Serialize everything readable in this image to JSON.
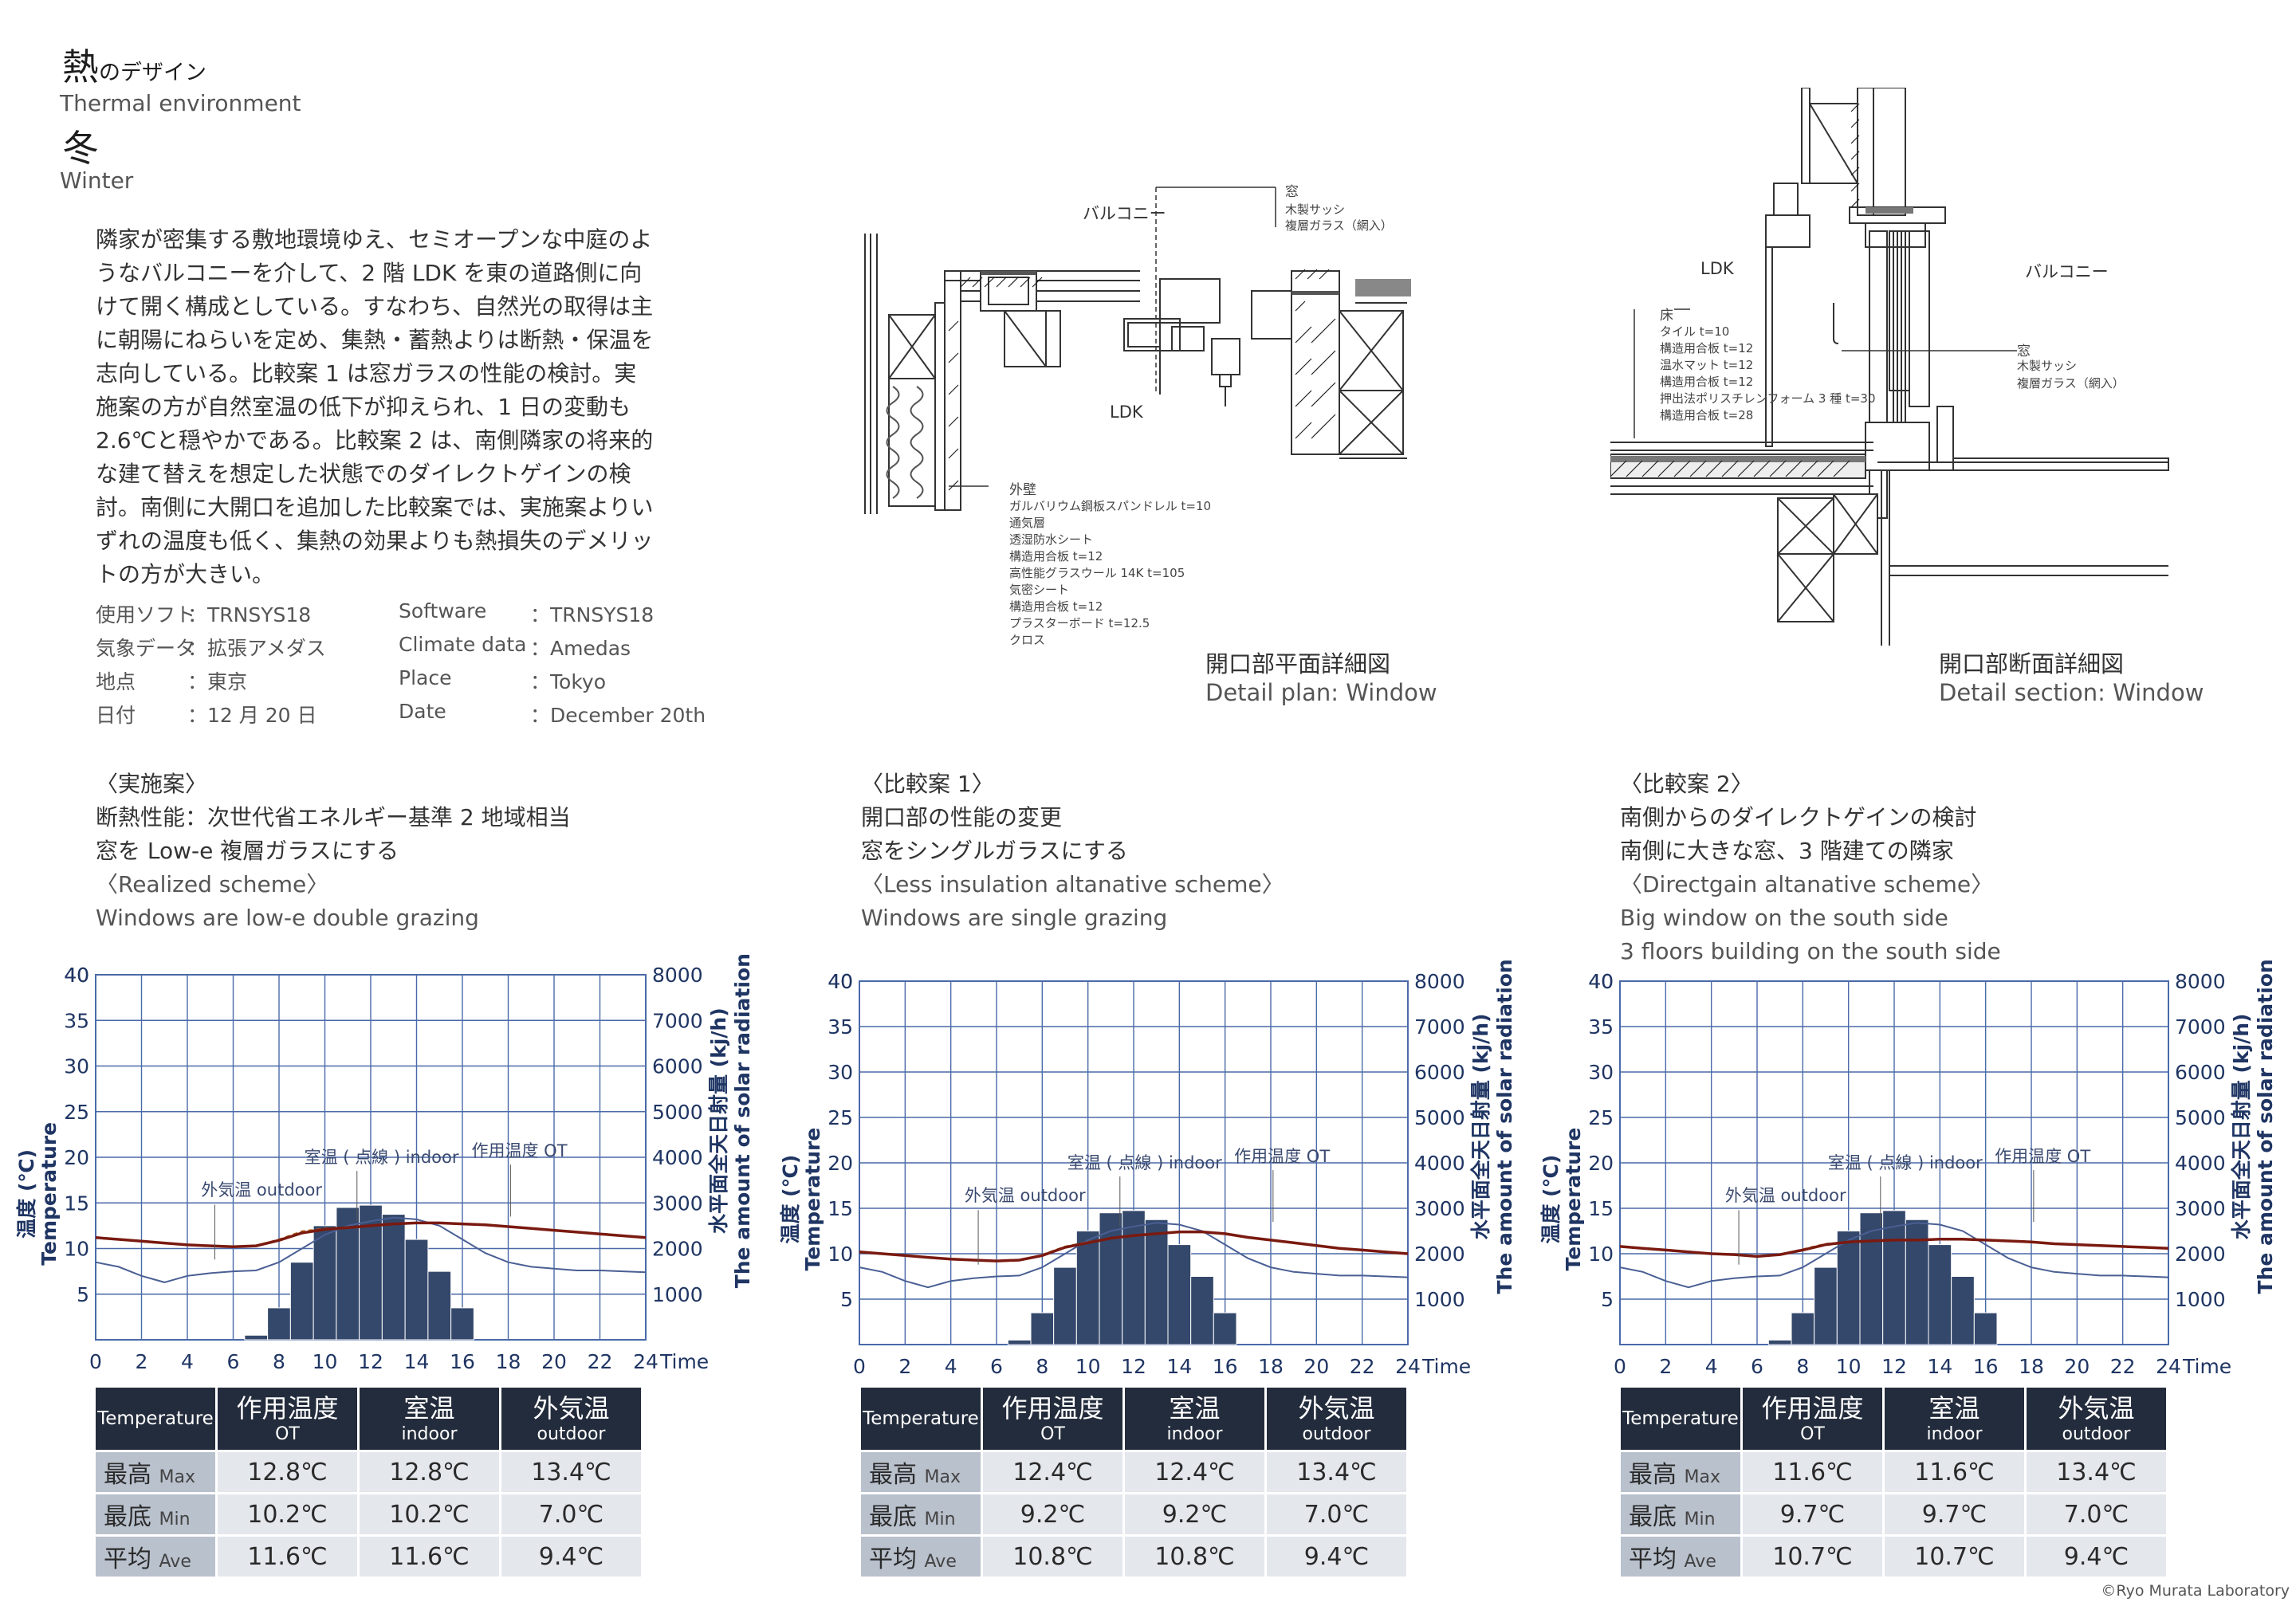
{
  "header": {
    "kanji": "熱",
    "kanji_suffix": "のデザイン",
    "subtitle": "Thermal environment",
    "season_kanji": "冬",
    "season_en": "Winter"
  },
  "description": "隣家が密集する敷地環境ゆえ、セミオープンな中庭のようなバルコニーを介して、2 階 LDK を東の道路側に向けて開く構成としている。すなわち、自然光の取得は主に朝陽にねらいを定め、集熱・蓄熱よりは断熱・保温を志向している。比較案 1 は窓ガラスの性能の検討。実施案の方が自然室温の低下が抑えられ、1 日の変動も 2.6℃と穏やかである。比較案 2 は、南側隣家の将来的な建て替えを想定した状態でのダイレクトゲインの検討。南側に大開口を追加した比較案では、実施案よりいずれの温度も低く、集熱の効果よりも熱損失のデメリットの方が大きい。",
  "meta": [
    {
      "jp_key": "使用ソフト",
      "jp_val": "：TRNSYS18",
      "en_key": "Software",
      "en_val": "：TRNSYS18"
    },
    {
      "jp_key": "気象データ",
      "jp_val": "：拡張アメダス",
      "en_key": "Climate data",
      "en_val": "：Amedas"
    },
    {
      "jp_key": "地点",
      "jp_val": "：東京",
      "en_key": "Place",
      "en_val": "：Tokyo"
    },
    {
      "jp_key": "日付",
      "jp_val": "：12 月 20 日",
      "en_key": "Date",
      "en_val": "：December 20th"
    }
  ],
  "drawings": {
    "plan": {
      "caption_jp": "開口部平面詳細図",
      "caption_en": "Detail plan: Window",
      "labels": {
        "balcony": "バルコニー",
        "ldk": "LDK",
        "window": "窓",
        "window_spec1": "木製サッシ",
        "window_spec2": "複層ガラス（網入）",
        "wall": "外壁",
        "wall_specs": [
          "ガルバリウム鋼板スパンドレル t=10",
          "通気層",
          "透湿防水シート",
          "構造用合板 t=12",
          "高性能グラスウール 14K t=105",
          "気密シート",
          "構造用合板 t=12",
          "プラスターボード t=12.5",
          "クロス"
        ]
      }
    },
    "section": {
      "caption_jp": "開口部断面詳細図",
      "caption_en": "Detail section: Window",
      "labels": {
        "ldk": "LDK",
        "balcony": "バルコニー",
        "floor": "床",
        "floor_specs": [
          "タイル t=10",
          "構造用合板 t=12",
          "温水マット t=12",
          "構造用合板 t=12",
          "押出法ポリスチレンフォーム 3 種 t=30",
          "構造用合板 t=28"
        ],
        "window": "窓",
        "window_spec1": "木製サッシ",
        "window_spec2": "複層ガラス（網入）"
      }
    }
  },
  "schemes": [
    {
      "title_jp": "〈実施案〉",
      "lines_jp": [
        "断熱性能：次世代省エネルギー基準 2 地域相当",
        "窓を Low-e 複層ガラスにする"
      ],
      "title_en": "〈Realized scheme〉",
      "lines_en": [
        "Windows are low-e double grazing"
      ]
    },
    {
      "title_jp": "〈比較案 1〉",
      "lines_jp": [
        "開口部の性能の変更",
        "窓をシングルガラスにする"
      ],
      "title_en": "〈Less insulation altanative scheme〉",
      "lines_en": [
        "Windows are single grazing"
      ]
    },
    {
      "title_jp": "〈比較案 2〉",
      "lines_jp": [
        "南側からのダイレクトゲインの検討",
        "南側に大きな窓、3 階建ての隣家"
      ],
      "title_en": "〈Directgain altanative scheme〉",
      "lines_en": [
        "Big window on the south side",
        "3 floors building on the south side"
      ]
    }
  ],
  "colors": {
    "grid": "#4a6aa8",
    "axis_text": "#1f3563",
    "ot": "#b4651e",
    "indoor": "#7a1a10",
    "outdoor": "#4a5f94",
    "solar": "#34486b",
    "table_head": "#232c3c"
  },
  "chart_data": [
    {
      "type": "line",
      "x": [
        0,
        1,
        2,
        3,
        4,
        5,
        6,
        7,
        8,
        9,
        10,
        11,
        12,
        13,
        14,
        15,
        16,
        17,
        18,
        19,
        20,
        21,
        22,
        23,
        24
      ],
      "xlabel": "Time",
      "xticks": [
        0,
        2,
        4,
        6,
        8,
        10,
        12,
        14,
        16,
        18,
        20,
        22,
        24
      ],
      "ylabel_jp": "温度 (℃)",
      "ylabel_en": "Temperature",
      "y2label_jp": "水平面全天日射量 (kj/h)",
      "y2label_en": "The amount of solar radiation",
      "ylim": [
        0,
        40
      ],
      "y2lim": [
        0,
        8000
      ],
      "yticks": [
        5,
        10,
        15,
        20,
        25,
        30,
        35,
        40
      ],
      "y2ticks": [
        1000,
        2000,
        3000,
        4000,
        5000,
        6000,
        7000,
        8000
      ],
      "annotations": {
        "outdoor": "外気温 outdoor",
        "indoor": "室温 ( 点線 ) indoor",
        "ot": "作用温度 OT"
      },
      "series": [
        {
          "name": "作用温度 OT",
          "kind": "line",
          "values": [
            11.2,
            11.0,
            10.8,
            10.6,
            10.4,
            10.3,
            10.2,
            10.3,
            11.0,
            11.9,
            12.2,
            12.3,
            12.5,
            12.7,
            12.8,
            12.8,
            12.7,
            12.6,
            12.4,
            12.2,
            12.0,
            11.8,
            11.6,
            11.4,
            11.2
          ]
        },
        {
          "name": "室温 indoor",
          "kind": "line",
          "values": [
            11.2,
            11.0,
            10.8,
            10.6,
            10.4,
            10.3,
            10.2,
            10.3,
            10.9,
            11.7,
            12.1,
            12.3,
            12.5,
            12.7,
            12.8,
            12.8,
            12.7,
            12.6,
            12.4,
            12.2,
            12.0,
            11.8,
            11.6,
            11.4,
            11.2
          ]
        },
        {
          "name": "外気温 outdoor",
          "kind": "line",
          "values": [
            8.5,
            8.0,
            7.0,
            6.3,
            7.0,
            7.3,
            7.5,
            7.6,
            8.5,
            10.0,
            11.5,
            12.5,
            13.0,
            13.4,
            13.2,
            12.5,
            11.0,
            9.5,
            8.5,
            8.0,
            7.8,
            7.6,
            7.6,
            7.5,
            7.4
          ]
        },
        {
          "name": "日射量",
          "kind": "bar",
          "values": [
            0,
            0,
            0,
            0,
            0,
            0,
            0,
            100,
            700,
            1700,
            2500,
            2900,
            2950,
            2750,
            2200,
            1500,
            700,
            0,
            0,
            0,
            0,
            0,
            0,
            0,
            0
          ]
        }
      ]
    },
    {
      "type": "line",
      "x": [
        0,
        1,
        2,
        3,
        4,
        5,
        6,
        7,
        8,
        9,
        10,
        11,
        12,
        13,
        14,
        15,
        16,
        17,
        18,
        19,
        20,
        21,
        22,
        23,
        24
      ],
      "xlabel": "Time",
      "xticks": [
        0,
        2,
        4,
        6,
        8,
        10,
        12,
        14,
        16,
        18,
        20,
        22,
        24
      ],
      "ylabel_jp": "温度 (℃)",
      "ylabel_en": "Temperature",
      "y2label_jp": "水平面全天日射量 (kj/h)",
      "y2label_en": "The amount of solar radiation",
      "ylim": [
        0,
        40
      ],
      "y2lim": [
        0,
        8000
      ],
      "yticks": [
        5,
        10,
        15,
        20,
        25,
        30,
        35,
        40
      ],
      "y2ticks": [
        1000,
        2000,
        3000,
        4000,
        5000,
        6000,
        7000,
        8000
      ],
      "annotations": {
        "outdoor": "外気温 outdoor",
        "indoor": "室温 ( 点線 ) indoor",
        "ot": "作用温度 OT"
      },
      "series": [
        {
          "name": "作用温度 OT",
          "kind": "line",
          "values": [
            10.2,
            10.0,
            9.8,
            9.6,
            9.4,
            9.3,
            9.2,
            9.3,
            9.9,
            10.8,
            11.3,
            11.7,
            12.0,
            12.2,
            12.4,
            12.4,
            12.2,
            11.8,
            11.5,
            11.2,
            10.9,
            10.6,
            10.4,
            10.2,
            10.0
          ]
        },
        {
          "name": "室温 indoor",
          "kind": "line",
          "values": [
            10.2,
            10.0,
            9.8,
            9.6,
            9.4,
            9.3,
            9.2,
            9.3,
            9.8,
            10.7,
            11.2,
            11.7,
            12.0,
            12.2,
            12.4,
            12.4,
            12.2,
            11.8,
            11.5,
            11.2,
            10.9,
            10.6,
            10.4,
            10.2,
            10.0
          ]
        },
        {
          "name": "外気温 outdoor",
          "kind": "line",
          "values": [
            8.5,
            8.0,
            7.0,
            6.3,
            7.0,
            7.3,
            7.5,
            7.6,
            8.5,
            10.0,
            11.5,
            12.5,
            13.0,
            13.4,
            13.2,
            12.5,
            11.0,
            9.5,
            8.5,
            8.0,
            7.8,
            7.6,
            7.6,
            7.5,
            7.4
          ]
        },
        {
          "name": "日射量",
          "kind": "bar",
          "values": [
            0,
            0,
            0,
            0,
            0,
            0,
            0,
            100,
            700,
            1700,
            2500,
            2900,
            2950,
            2750,
            2200,
            1500,
            700,
            0,
            0,
            0,
            0,
            0,
            0,
            0,
            0
          ]
        }
      ]
    },
    {
      "type": "line",
      "x": [
        0,
        1,
        2,
        3,
        4,
        5,
        6,
        7,
        8,
        9,
        10,
        11,
        12,
        13,
        14,
        15,
        16,
        17,
        18,
        19,
        20,
        21,
        22,
        23,
        24
      ],
      "xlabel": "Time",
      "xticks": [
        0,
        2,
        4,
        6,
        8,
        10,
        12,
        14,
        16,
        18,
        20,
        22,
        24
      ],
      "ylabel_jp": "温度 (℃)",
      "ylabel_en": "Temperature",
      "y2label_jp": "水平面全天日射量 (kj/h)",
      "y2label_en": "The amount of solar radiation",
      "ylim": [
        0,
        40
      ],
      "y2lim": [
        0,
        8000
      ],
      "yticks": [
        5,
        10,
        15,
        20,
        25,
        30,
        35,
        40
      ],
      "y2ticks": [
        1000,
        2000,
        3000,
        4000,
        5000,
        6000,
        7000,
        8000
      ],
      "annotations": {
        "outdoor": "外気温 outdoor",
        "indoor": "室温 ( 点線 ) indoor",
        "ot": "作用温度 OT"
      },
      "series": [
        {
          "name": "作用温度 OT",
          "kind": "line",
          "values": [
            10.8,
            10.6,
            10.4,
            10.2,
            10.0,
            9.9,
            9.7,
            9.9,
            10.5,
            11.1,
            11.3,
            11.4,
            11.5,
            11.5,
            11.6,
            11.6,
            11.5,
            11.4,
            11.3,
            11.1,
            11.0,
            10.9,
            10.8,
            10.7,
            10.6
          ]
        },
        {
          "name": "室温 indoor",
          "kind": "line",
          "values": [
            10.8,
            10.6,
            10.4,
            10.2,
            10.0,
            9.9,
            9.7,
            9.9,
            10.4,
            11.0,
            11.3,
            11.4,
            11.5,
            11.5,
            11.6,
            11.6,
            11.5,
            11.4,
            11.3,
            11.1,
            11.0,
            10.9,
            10.8,
            10.7,
            10.6
          ]
        },
        {
          "name": "外気温 outdoor",
          "kind": "line",
          "values": [
            8.5,
            8.0,
            7.0,
            6.3,
            7.0,
            7.3,
            7.5,
            7.6,
            8.5,
            10.0,
            11.5,
            12.5,
            13.0,
            13.4,
            13.2,
            12.5,
            11.0,
            9.5,
            8.5,
            8.0,
            7.8,
            7.6,
            7.6,
            7.5,
            7.4
          ]
        },
        {
          "name": "日射量",
          "kind": "bar",
          "values": [
            0,
            0,
            0,
            0,
            0,
            0,
            0,
            100,
            700,
            1700,
            2500,
            2900,
            2950,
            2750,
            2200,
            1500,
            700,
            0,
            0,
            0,
            0,
            0,
            0,
            0,
            0
          ]
        }
      ]
    }
  ],
  "tables": [
    {
      "head": [
        "Temperature",
        "作用温度",
        "OT",
        "室温",
        "indoor",
        "外気温",
        "outdoor"
      ],
      "rows": [
        {
          "label_jp": "最高",
          "label_en": "Max",
          "ot": "12.8℃",
          "indoor": "12.8℃",
          "outdoor": "13.4℃"
        },
        {
          "label_jp": "最底",
          "label_en": "Min",
          "ot": "10.2℃",
          "indoor": "10.2℃",
          "outdoor": "7.0℃"
        },
        {
          "label_jp": "平均",
          "label_en": "Ave",
          "ot": "11.6℃",
          "indoor": "11.6℃",
          "outdoor": "9.4℃"
        }
      ]
    },
    {
      "head": [
        "Temperature",
        "作用温度",
        "OT",
        "室温",
        "indoor",
        "外気温",
        "outdoor"
      ],
      "rows": [
        {
          "label_jp": "最高",
          "label_en": "Max",
          "ot": "12.4℃",
          "indoor": "12.4℃",
          "outdoor": "13.4℃"
        },
        {
          "label_jp": "最底",
          "label_en": "Min",
          "ot": "9.2℃",
          "indoor": "9.2℃",
          "outdoor": "7.0℃"
        },
        {
          "label_jp": "平均",
          "label_en": "Ave",
          "ot": "10.8℃",
          "indoor": "10.8℃",
          "outdoor": "9.4℃"
        }
      ]
    },
    {
      "head": [
        "Temperature",
        "作用温度",
        "OT",
        "室温",
        "indoor",
        "外気温",
        "outdoor"
      ],
      "rows": [
        {
          "label_jp": "最高",
          "label_en": "Max",
          "ot": "11.6℃",
          "indoor": "11.6℃",
          "outdoor": "13.4℃"
        },
        {
          "label_jp": "最底",
          "label_en": "Min",
          "ot": "9.7℃",
          "indoor": "9.7℃",
          "outdoor": "7.0℃"
        },
        {
          "label_jp": "平均",
          "label_en": "Ave",
          "ot": "10.7℃",
          "indoor": "10.7℃",
          "outdoor": "9.4℃"
        }
      ]
    }
  ],
  "credit": "©Ryo Murata Laboratory"
}
